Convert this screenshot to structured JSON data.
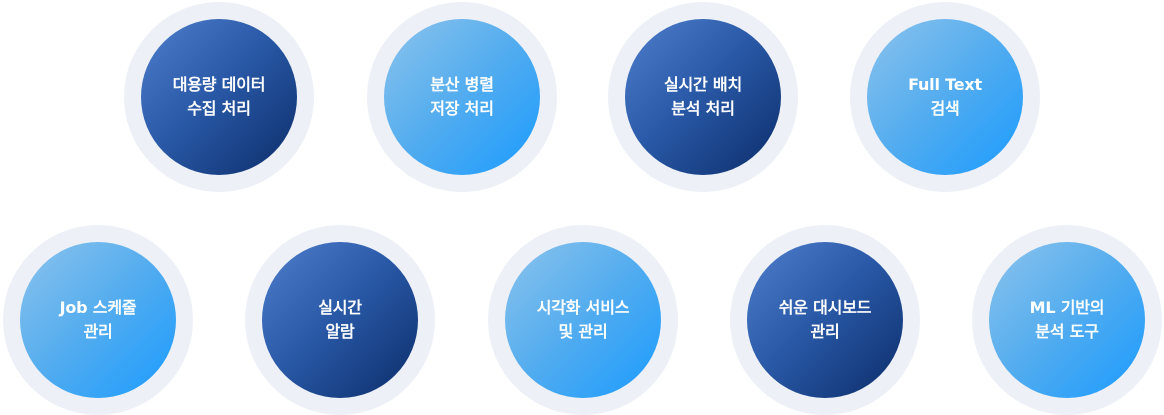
{
  "features": [
    {
      "lines": [
        "대용량 데이터",
        "수집 처리"
      ]
    },
    {
      "lines": [
        "분산 병렬",
        "저장 처리"
      ]
    },
    {
      "lines": [
        "실시간 배치",
        "분석 처리"
      ]
    },
    {
      "lines": [
        "Full Text",
        "검색"
      ]
    },
    {
      "lines": [
        "Job 스케줄",
        "관리"
      ]
    },
    {
      "lines": [
        "실시간",
        "알람"
      ]
    },
    {
      "lines": [
        "시각화 서비스",
        "및 관리"
      ]
    },
    {
      "lines": [
        "쉬운 대시보드",
        "관리"
      ]
    },
    {
      "lines": [
        "ML 기반의",
        "분석 도구"
      ]
    }
  ],
  "colors": {
    "dark_start": "#4f7fcc",
    "dark_end": "#0c2d6a",
    "light_start": "#8cc3ec",
    "light_end": "#1a9bff",
    "ring": "#edf1f7"
  }
}
